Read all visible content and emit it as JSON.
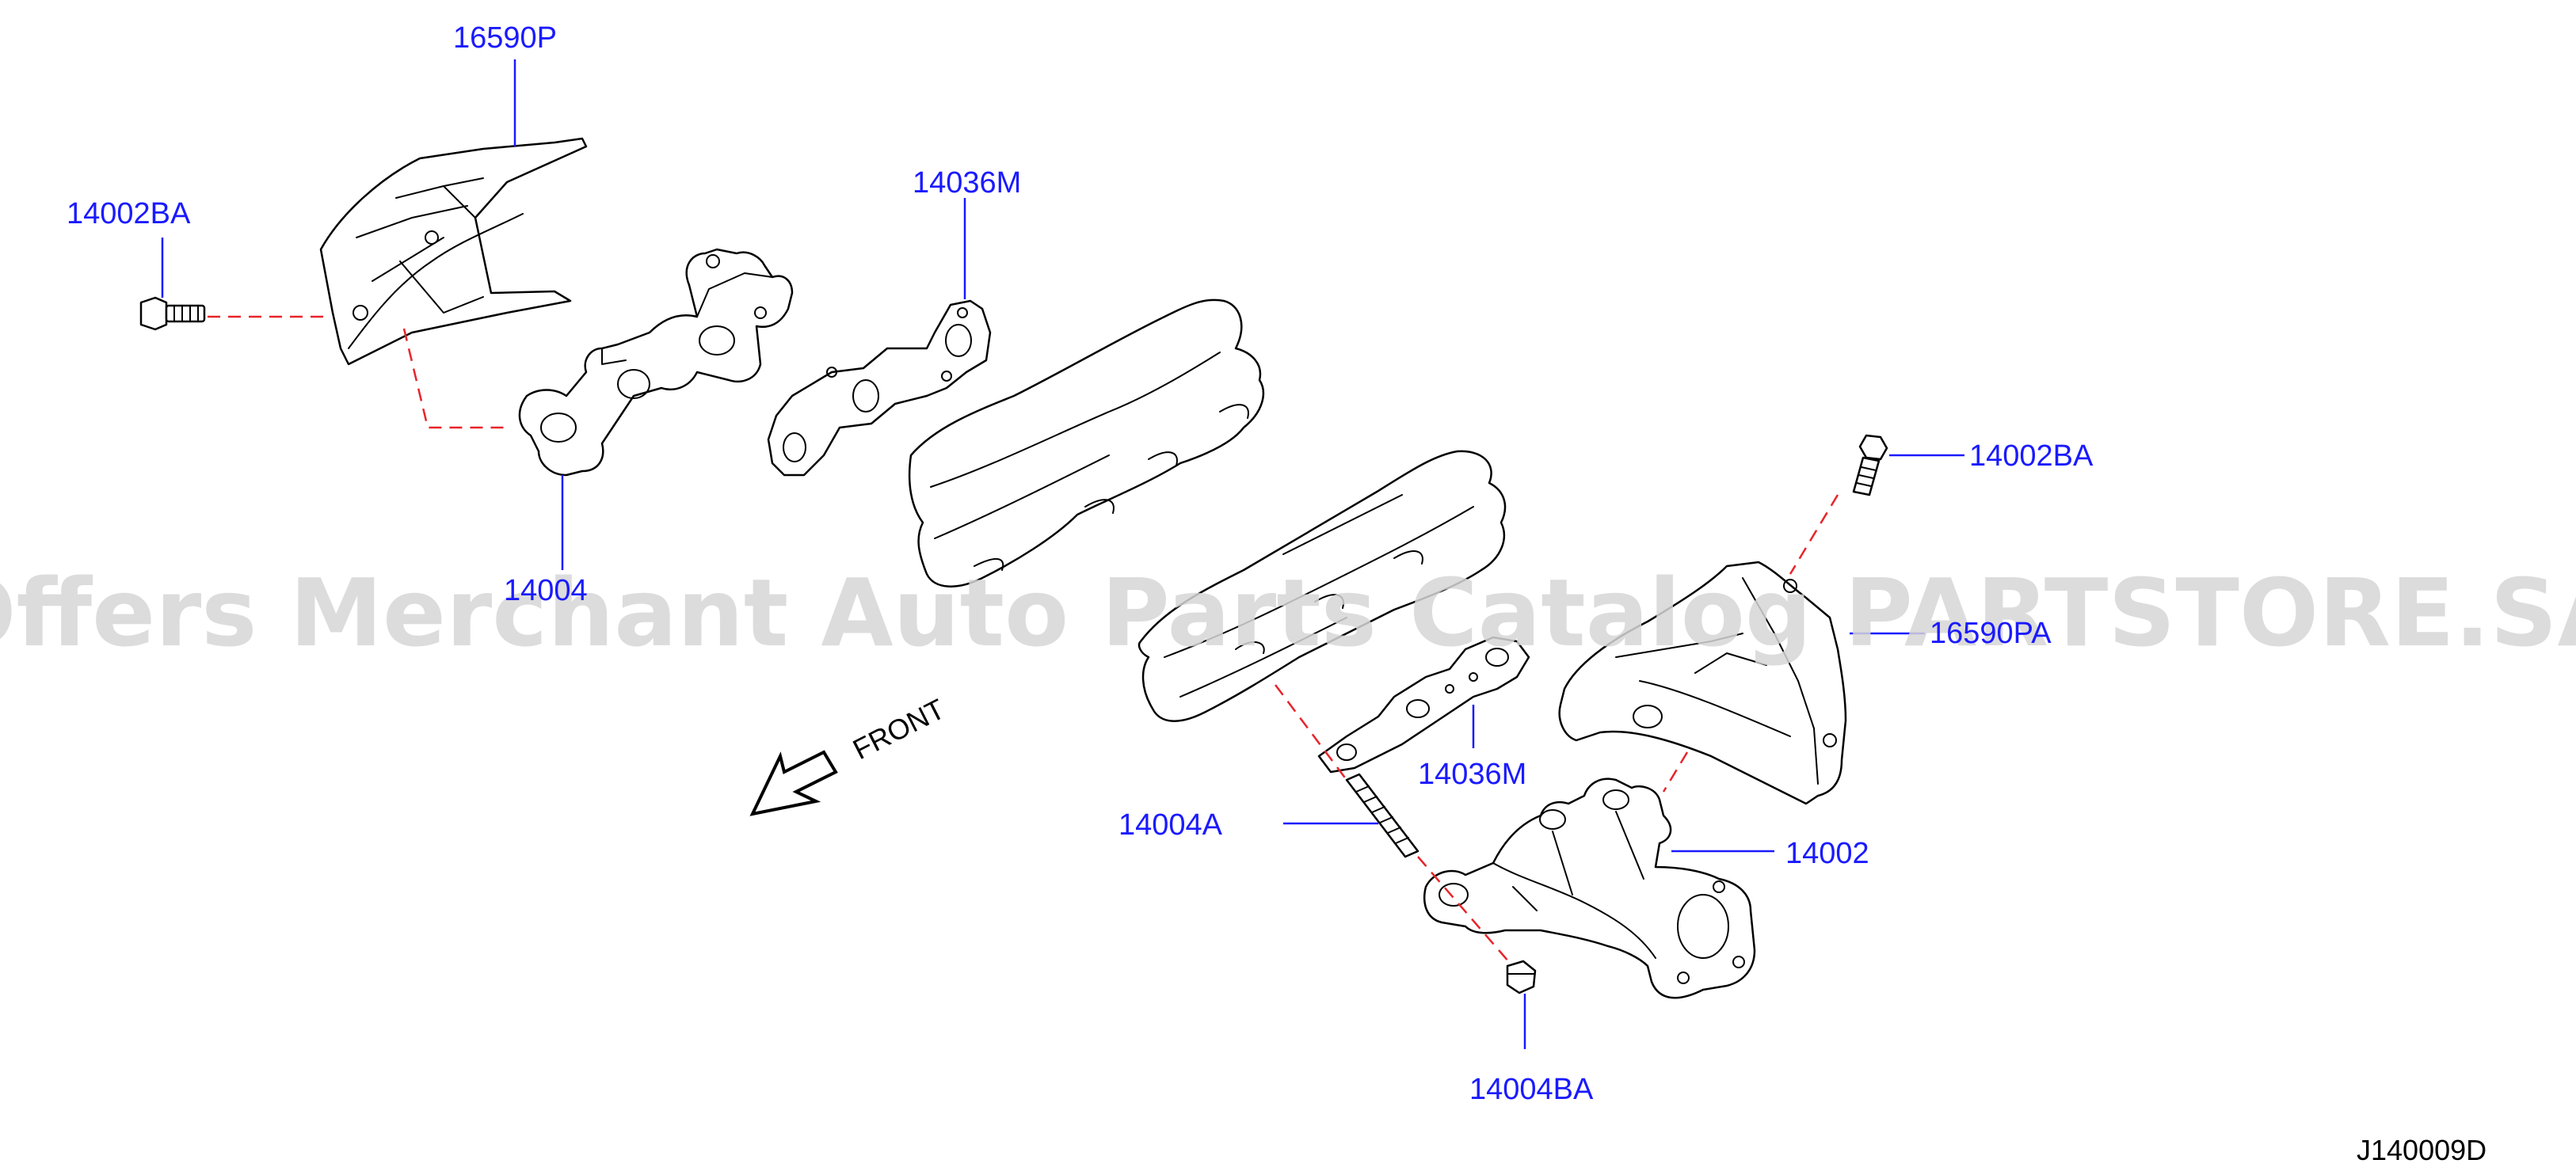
{
  "labels": {
    "heat_insulator_left": "16590P",
    "bolt_left": "14002BA",
    "gasket_left": "14036M",
    "manifold_left": "14004",
    "bolt_right": "14002BA",
    "heat_insulator_right": "16590PA",
    "gasket_right": "14036M",
    "stud": "14004A",
    "manifold_right": "14002",
    "nut": "14004BA"
  },
  "front_label": "FRONT",
  "watermark": "Offers Merchant Auto Parts Catalog PARTSTORE.SA",
  "diagram_code": "J140009D",
  "colors": {
    "label": "#1a1aff",
    "dashed_line": "#e8242a",
    "watermark": "#d6d6d6"
  }
}
